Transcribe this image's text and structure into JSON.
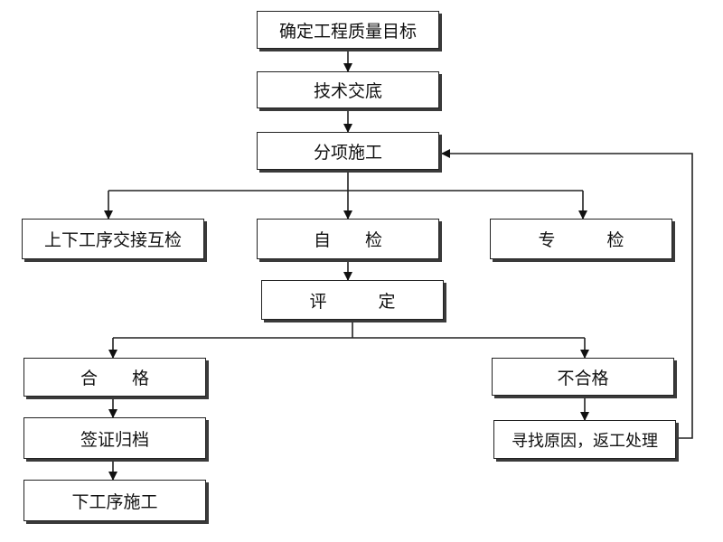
{
  "nodes": {
    "goal": "确定工程质量目标",
    "briefing": "技术交底",
    "subitem": "分项施工",
    "handover": "上下工序交接互检",
    "self_check": "自　　检",
    "special_check": "专　　　检",
    "evaluate": "评　　　定",
    "qualified": "合　　格",
    "unqualified": "不合格",
    "sign_archive": "签证归档",
    "next_process": "下工序施工",
    "rework": "寻找原因，返工处理"
  }
}
